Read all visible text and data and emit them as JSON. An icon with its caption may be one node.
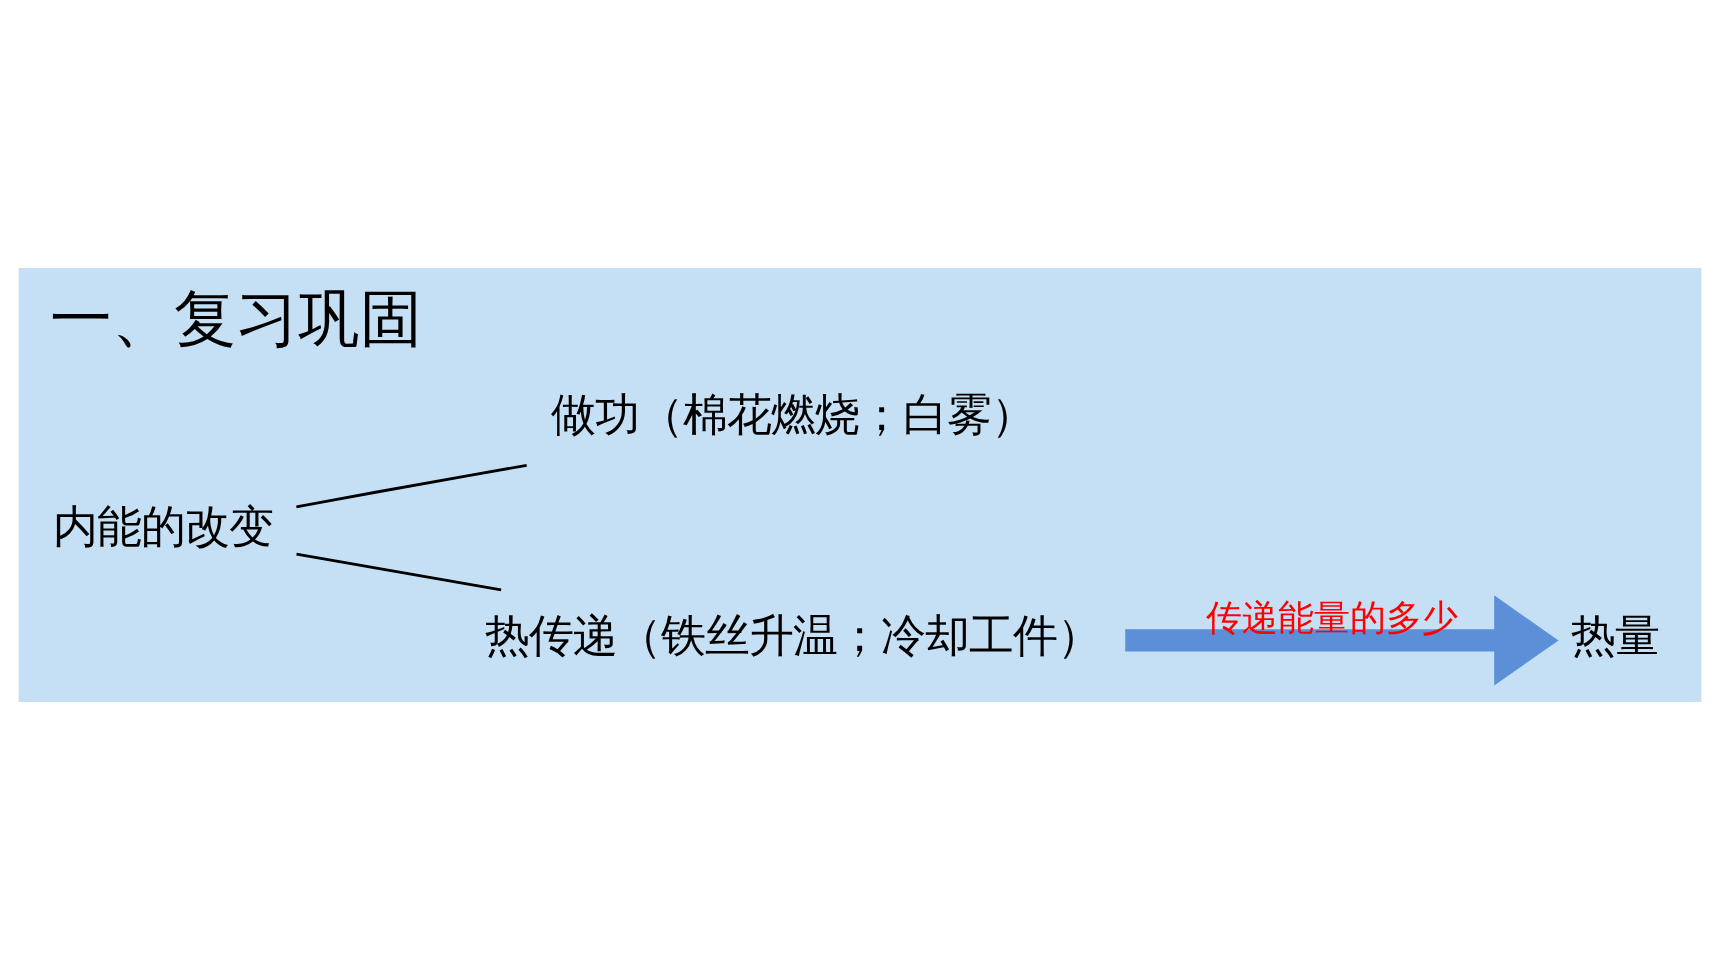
{
  "diagram": {
    "title": "一、复习巩固",
    "nodes": [
      {
        "text": [
          "内能的改变"
        ]
      },
      {
        "text": [
          "做功（棉花燃烧；白雾）"
        ]
      },
      {
        "text": [
          "热传递（铁丝升温；冷却工件）"
        ]
      },
      {
        "text": [
          "热量"
        ]
      }
    ],
    "edges": [
      {
        "from": 0,
        "to": 1,
        "arrow": "none"
      },
      {
        "from": 0,
        "to": 2,
        "arrow": "none"
      },
      {
        "from": 2,
        "to": 3,
        "arrow": "to",
        "label": "传递能量的多少",
        "style": "thick",
        "color": "#5b8fd8"
      }
    ]
  }
}
